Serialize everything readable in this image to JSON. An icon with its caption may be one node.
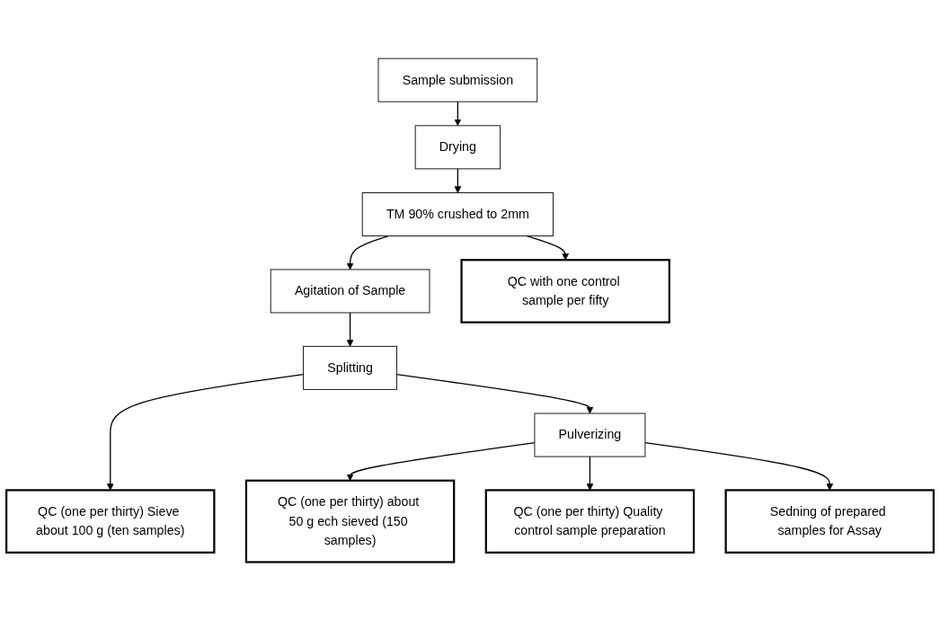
{
  "diagram": {
    "nodes": [
      {
        "text": [
          "Sample submission"
        ]
      },
      {
        "text": [
          "Drying"
        ]
      },
      {
        "text": [
          "TM 90% crushed to 2mm"
        ]
      },
      {
        "text": [
          "QC with one control sample per fifty"
        ]
      },
      {
        "text": [
          "Agitation of Sample"
        ]
      },
      {
        "text": [
          "QC (one per thirty) Sieve about 100 g (ten samples)"
        ]
      },
      {
        "text": [
          "Splitting"
        ]
      },
      {
        "text": [
          "QC (one per thirty) about 50 g ech sieved (150 samples)"
        ]
      },
      {
        "text": [
          "Pulverizing"
        ]
      },
      {
        "text": [
          "QC (one per thirty) Quality control sample preparation"
        ]
      },
      {
        "text": [
          "Sedning of prepared samples for Assay"
        ]
      }
    ],
    "edges": [
      {
        "from": 0,
        "to": 1,
        "arrow": "to"
      },
      {
        "from": 1,
        "to": 2,
        "arrow": "to"
      },
      {
        "from": 2,
        "to": 3,
        "arrow": "to"
      },
      {
        "from": 2,
        "to": 4,
        "arrow": "to"
      },
      {
        "from": 4,
        "to": 6,
        "arrow": "to"
      },
      {
        "from": 6,
        "to": 5,
        "arrow": "to"
      },
      {
        "from": 6,
        "to": 8,
        "arrow": "to"
      },
      {
        "from": 8,
        "to": 7,
        "arrow": "to"
      },
      {
        "from": 8,
        "to": 9,
        "arrow": "to"
      },
      {
        "from": 8,
        "to": 10,
        "arrow": "to"
      }
    ]
  }
}
